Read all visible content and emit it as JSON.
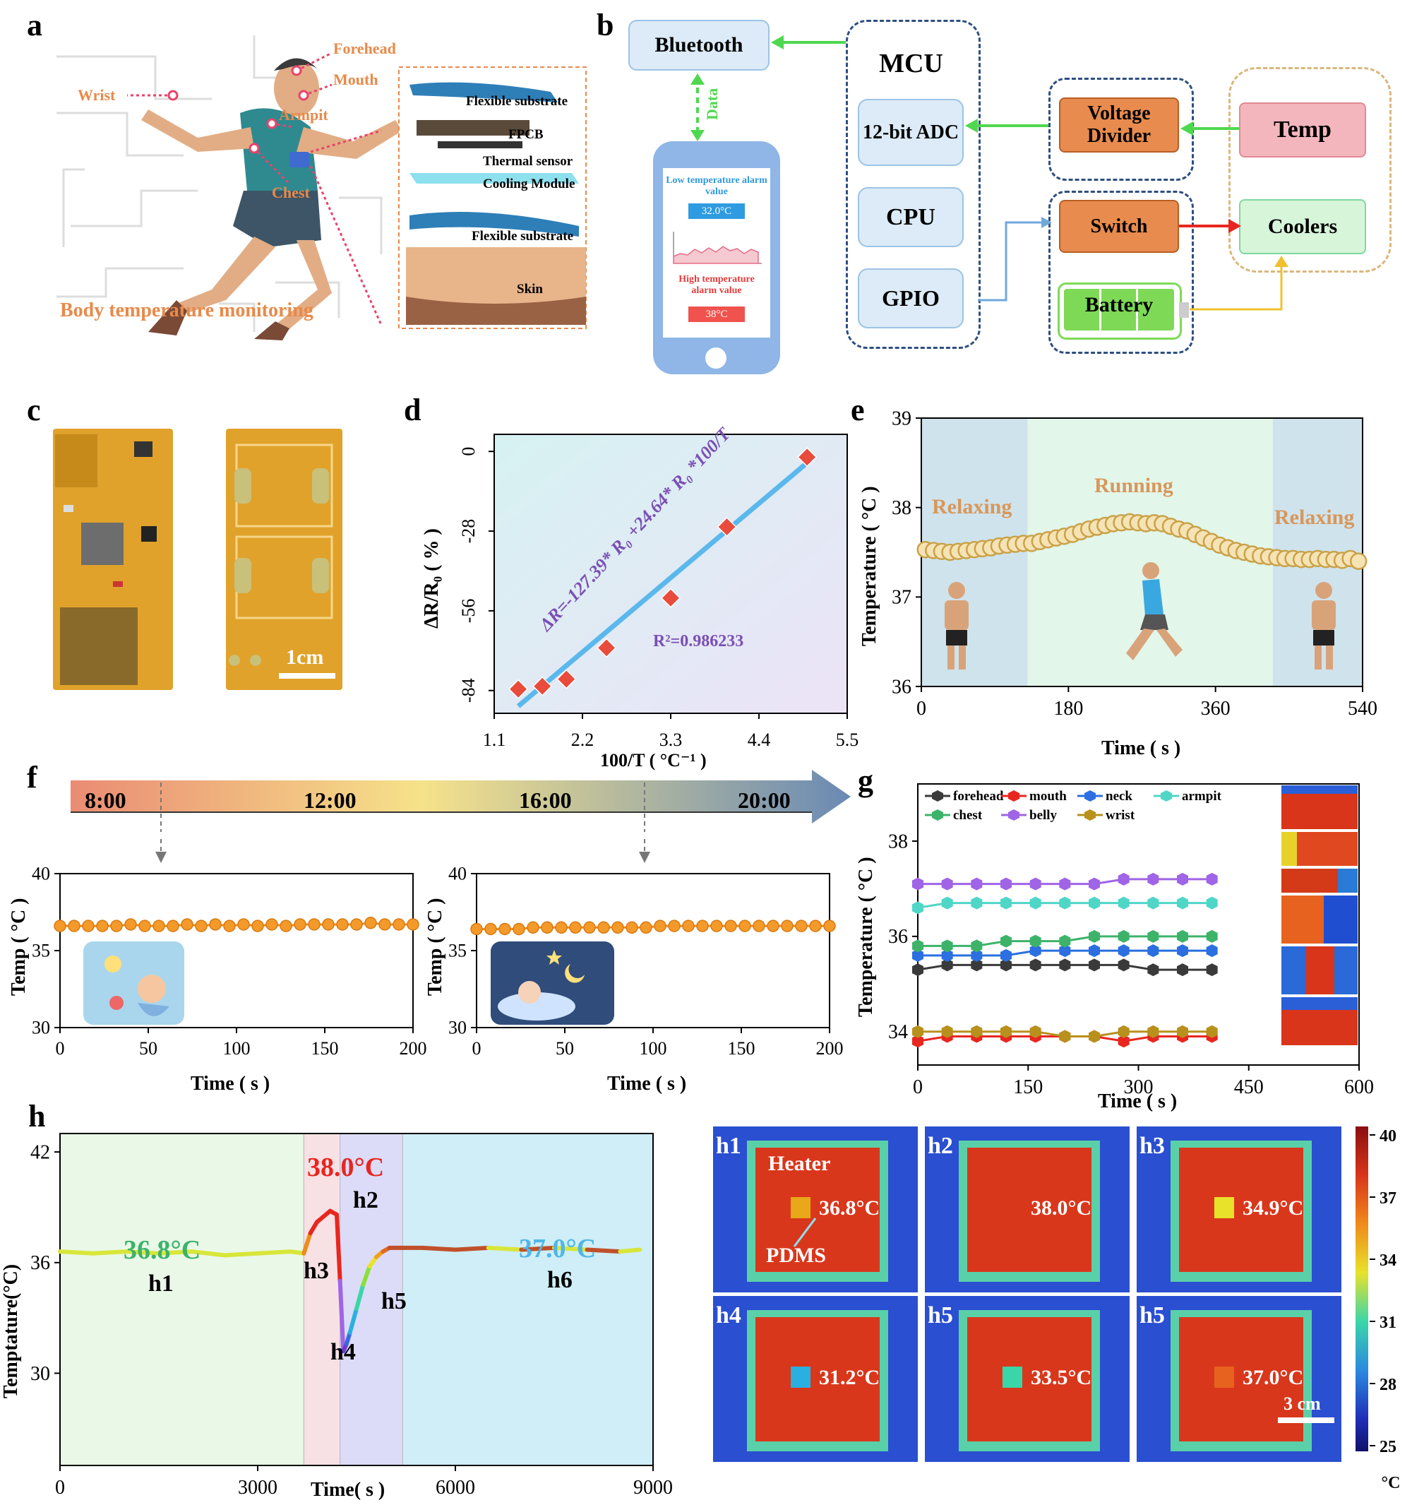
{
  "panels": {
    "a": "a",
    "b": "b",
    "c": "c",
    "d": "d",
    "e": "e",
    "f": "f",
    "g": "g",
    "h": "h"
  },
  "panel_a": {
    "sites": [
      "Forehead",
      "Mouth",
      "Wrist",
      "Armpit",
      "Chest"
    ],
    "layers": [
      "Flexible substrate",
      "FPCB",
      "Thermal sensor",
      "Cooling Module",
      "Flexible substrate",
      "Skin"
    ],
    "caption": "Body temperature monitoring"
  },
  "panel_b": {
    "bluetooth": "Bluetooth",
    "data": "Data",
    "mcu": "MCU",
    "adc": "12-bit ADC",
    "cpu": "CPU",
    "gpio": "GPIO",
    "divider": "Voltage Divider",
    "switch": "Switch",
    "battery": "Battery",
    "temp": "Temp",
    "coolers": "Coolers",
    "phone_low_label": "Low temperature alarm value",
    "phone_low_value": "32.0°C",
    "phone_high_label": "High temperature alarm value",
    "phone_high_value": "38°C",
    "colors": {
      "blue_box": "#dcebf7",
      "orange_box": "#e88b4e",
      "pink_box": "#f4b6bd",
      "green_box": "#d7f5d9",
      "battery": "#7ed957"
    }
  },
  "panel_c": {
    "scale": "1cm"
  },
  "chart_data": [
    {
      "id": "d",
      "type": "scatter",
      "xlabel": "100/T ( °C⁻¹ )",
      "ylabel": "ΔR/R₀ ( % )",
      "xticks": [
        "1.1",
        "2.2",
        "3.3",
        "4.4",
        "5.5"
      ],
      "yticks": [
        "0",
        "-28",
        "-56",
        "-84"
      ],
      "xlim": [
        1.1,
        5.5
      ],
      "ylim": [
        -92,
        6
      ],
      "x": [
        1.4,
        1.7,
        2.0,
        2.5,
        3.3,
        4.0,
        5.0
      ],
      "y": [
        -83.5,
        -82.5,
        -80,
        -69,
        -51.5,
        -26.5,
        -2
      ],
      "fit": {
        "x": [
          1.4,
          5.0
        ],
        "y": [
          -89.5,
          -4
        ]
      },
      "equation": "ΔR=-127.39* R₀ +24.64* R₀ *100/T",
      "r2": "R²=0.986233"
    },
    {
      "id": "e",
      "type": "scatter",
      "xlabel": "Time ( s )",
      "ylabel": "Temperature ( °C )",
      "xticks": [
        "0",
        "180",
        "360",
        "540"
      ],
      "yticks": [
        "36",
        "37",
        "38",
        "39"
      ],
      "xlim": [
        0,
        540
      ],
      "ylim": [
        36,
        39
      ],
      "phases": [
        {
          "label": "Relaxing",
          "from": 0,
          "to": 130
        },
        {
          "label": "Running",
          "from": 130,
          "to": 430
        },
        {
          "label": "Relaxing",
          "from": 430,
          "to": 540
        }
      ],
      "x": [
        5,
        15,
        25,
        35,
        45,
        55,
        65,
        75,
        85,
        95,
        105,
        115,
        125,
        135,
        145,
        155,
        165,
        175,
        185,
        195,
        205,
        215,
        225,
        235,
        245,
        255,
        265,
        275,
        285,
        295,
        305,
        315,
        325,
        335,
        345,
        355,
        365,
        375,
        385,
        395,
        405,
        415,
        425,
        435,
        445,
        455,
        465,
        475,
        485,
        495,
        505,
        515,
        525,
        535
      ],
      "y": [
        37.53,
        37.52,
        37.51,
        37.5,
        37.51,
        37.52,
        37.53,
        37.54,
        37.55,
        37.57,
        37.58,
        37.59,
        37.6,
        37.6,
        37.62,
        37.64,
        37.66,
        37.68,
        37.7,
        37.73,
        37.76,
        37.78,
        37.8,
        37.82,
        37.83,
        37.84,
        37.83,
        37.82,
        37.83,
        37.82,
        37.79,
        37.76,
        37.74,
        37.7,
        37.66,
        37.62,
        37.58,
        37.55,
        37.52,
        37.5,
        37.48,
        37.46,
        37.45,
        37.44,
        37.43,
        37.43,
        37.42,
        37.42,
        37.43,
        37.42,
        37.42,
        37.41,
        37.43,
        37.4
      ]
    },
    {
      "id": "f1",
      "type": "scatter",
      "xlabel": "Time ( s )",
      "ylabel": "Temp ( °C )",
      "xticks": [
        "0",
        "50",
        "100",
        "150",
        "200"
      ],
      "yticks": [
        "30",
        "35",
        "40"
      ],
      "xlim": [
        0,
        200
      ],
      "ylim": [
        30,
        40
      ],
      "x": [
        0,
        8,
        16,
        24,
        32,
        40,
        48,
        56,
        64,
        72,
        80,
        88,
        96,
        104,
        112,
        120,
        128,
        136,
        144,
        152,
        160,
        168,
        176,
        184,
        192,
        200
      ],
      "y": [
        36.6,
        36.6,
        36.6,
        36.6,
        36.6,
        36.7,
        36.6,
        36.6,
        36.6,
        36.7,
        36.6,
        36.7,
        36.6,
        36.7,
        36.6,
        36.7,
        36.6,
        36.7,
        36.7,
        36.7,
        36.7,
        36.7,
        36.8,
        36.7,
        36.7,
        36.7
      ]
    },
    {
      "id": "f2",
      "type": "scatter",
      "xlabel": "Time ( s )",
      "ylabel": "Temp ( °C )",
      "xticks": [
        "0",
        "50",
        "100",
        "150",
        "200"
      ],
      "yticks": [
        "30",
        "35",
        "40"
      ],
      "xlim": [
        0,
        200
      ],
      "ylim": [
        30,
        40
      ],
      "x": [
        0,
        8,
        16,
        24,
        32,
        40,
        48,
        56,
        64,
        72,
        80,
        88,
        96,
        104,
        112,
        120,
        128,
        136,
        144,
        152,
        160,
        168,
        176,
        184,
        192,
        200
      ],
      "y": [
        36.4,
        36.4,
        36.4,
        36.4,
        36.5,
        36.5,
        36.5,
        36.5,
        36.5,
        36.5,
        36.5,
        36.5,
        36.5,
        36.6,
        36.6,
        36.6,
        36.6,
        36.6,
        36.6,
        36.6,
        36.6,
        36.6,
        36.6,
        36.6,
        36.6,
        36.6
      ]
    },
    {
      "id": "g",
      "type": "line",
      "xlabel": "Time ( s )",
      "ylabel": "Temperature ( °C )",
      "xticks": [
        "0",
        "150",
        "300",
        "450",
        "600"
      ],
      "yticks": [
        "34",
        "36",
        "38"
      ],
      "xlim": [
        0,
        600
      ],
      "ylim": [
        33.3,
        39.2
      ],
      "x": [
        0,
        40,
        80,
        120,
        160,
        200,
        240,
        280,
        320,
        360,
        400
      ],
      "legend": "top-left",
      "series": [
        {
          "name": "forehead",
          "color": "#3a3a3a",
          "values": [
            35.3,
            35.4,
            35.4,
            35.4,
            35.4,
            35.4,
            35.4,
            35.4,
            35.3,
            35.3,
            35.3
          ]
        },
        {
          "name": "mouth",
          "color": "#e8261f",
          "values": [
            33.8,
            33.9,
            33.9,
            33.9,
            33.9,
            33.9,
            33.9,
            33.8,
            33.9,
            33.9,
            33.9
          ]
        },
        {
          "name": "neck",
          "color": "#2b6fe0",
          "values": [
            35.6,
            35.6,
            35.6,
            35.6,
            35.7,
            35.7,
            35.7,
            35.7,
            35.7,
            35.7,
            35.7
          ]
        },
        {
          "name": "armpit",
          "color": "#4fd6c7",
          "values": [
            36.6,
            36.7,
            36.7,
            36.7,
            36.7,
            36.7,
            36.7,
            36.7,
            36.7,
            36.7,
            36.7
          ]
        },
        {
          "name": "chest",
          "color": "#3db36a",
          "values": [
            35.8,
            35.8,
            35.8,
            35.9,
            35.9,
            35.9,
            36.0,
            36.0,
            36.0,
            36.0,
            36.0
          ]
        },
        {
          "name": "belly",
          "color": "#a064e6",
          "values": [
            37.1,
            37.1,
            37.1,
            37.1,
            37.1,
            37.1,
            37.1,
            37.2,
            37.2,
            37.2,
            37.2
          ]
        },
        {
          "name": "wrist",
          "color": "#b8901c",
          "values": [
            34.0,
            34.0,
            34.0,
            34.0,
            34.0,
            33.9,
            33.9,
            34.0,
            34.0,
            34.0,
            34.0
          ]
        }
      ]
    },
    {
      "id": "h",
      "type": "line",
      "xlabel": "Time( s )",
      "ylabel": "Temptature(°C)",
      "xticks": [
        "0",
        "3000",
        "6000",
        "9000"
      ],
      "yticks": [
        "30",
        "36",
        "42"
      ],
      "xlim": [
        0,
        9000
      ],
      "ylim": [
        25,
        43
      ],
      "phases": [
        {
          "from": 0,
          "to": 3700,
          "color": "#eaf8e8"
        },
        {
          "from": 3700,
          "to": 4250,
          "color": "#f7e1e4"
        },
        {
          "from": 4250,
          "to": 5200,
          "color": "#dcdcf8"
        },
        {
          "from": 5200,
          "to": 9000,
          "color": "#cfeef8"
        }
      ],
      "x": [
        0,
        500,
        1000,
        1500,
        2000,
        2500,
        3000,
        3500,
        3700,
        3800,
        3900,
        4000,
        4100,
        4200,
        4250,
        4300,
        4350,
        4400,
        4500,
        4600,
        4700,
        4800,
        4900,
        5000,
        5200,
        5500,
        6000,
        6500,
        7000,
        7500,
        8000,
        8500,
        8800
      ],
      "y": [
        36.6,
        36.5,
        36.6,
        36.5,
        36.6,
        36.4,
        36.5,
        36.6,
        36.5,
        37.6,
        38.2,
        38.5,
        38.8,
        38.6,
        35,
        31.2,
        31.6,
        32.2,
        33.5,
        34.8,
        35.8,
        36.3,
        36.6,
        36.8,
        36.8,
        36.8,
        36.7,
        36.8,
        36.7,
        36.8,
        36.7,
        36.6,
        36.7
      ],
      "annotations": [
        {
          "text": "36.8°C",
          "color": "#3db36a"
        },
        {
          "text": "38.0°C",
          "color": "#e8261f"
        },
        {
          "text": "37.0°C",
          "color": "#4fb7e6"
        }
      ],
      "markers": [
        "h1",
        "h2",
        "h3",
        "h4",
        "h5",
        "h6"
      ]
    }
  ],
  "panel_h_images": {
    "labels": [
      "h1",
      "h2",
      "h3",
      "h4",
      "h5",
      "h5"
    ],
    "temps": [
      "36.8°C",
      "38.0°C",
      "34.9°C",
      "31.2°C",
      "33.5°C",
      "37.0°C"
    ],
    "heater": "Heater",
    "pdms": "PDMS",
    "scale": "3 cm",
    "colorbar_ticks": [
      "40",
      "37",
      "34",
      "31",
      "28",
      "25"
    ],
    "colorbar_unit": "°C"
  },
  "panel_f_timeline": [
    "8:00",
    "12:00",
    "16:00",
    "20:00"
  ]
}
